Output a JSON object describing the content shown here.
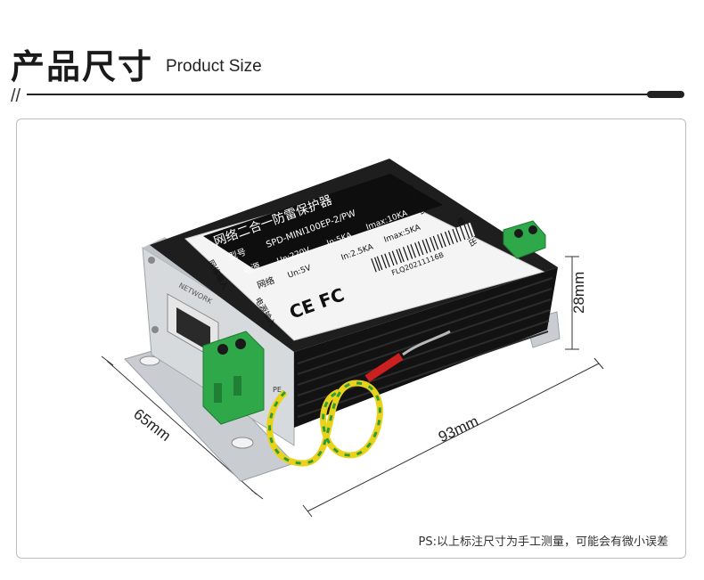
{
  "header": {
    "title_cn": "产品尺寸",
    "title_en": "Product Size",
    "slash": "//"
  },
  "product": {
    "label_title": "网络二合一防雷保护器",
    "model_row_label": "型号",
    "model": "SPD-MINI100EP-2/PW",
    "power_row_label": "电源",
    "power_un": "Un:220V",
    "power_in": "In:5KA",
    "power_imax": "Imax:10KA",
    "network_row_label": "网络",
    "network_un": "Un:5V",
    "network_in": "In:2.5KA",
    "network_imax": "Imax:5KA",
    "network_output": "网络输出",
    "power_output": "电源输出",
    "network_input": "网络输入",
    "power_input": "电源输入",
    "cert_marks": "CE FC",
    "serial": "FLQ20211116B",
    "port_label": "NETWORK",
    "pe_label": "PE"
  },
  "dimensions": {
    "width": "65mm",
    "length": "93mm",
    "height": "28mm"
  },
  "note": "PS:以上标注尺寸为手工测量，可能会有微小误差",
  "colors": {
    "body": "#1b1b1b",
    "bracket": "#c8ccd0",
    "terminal": "#2fa84a",
    "wire_yellow": "#e8d21a",
    "wire_green": "#2f9a3a",
    "lug": "#cc1f1f"
  }
}
